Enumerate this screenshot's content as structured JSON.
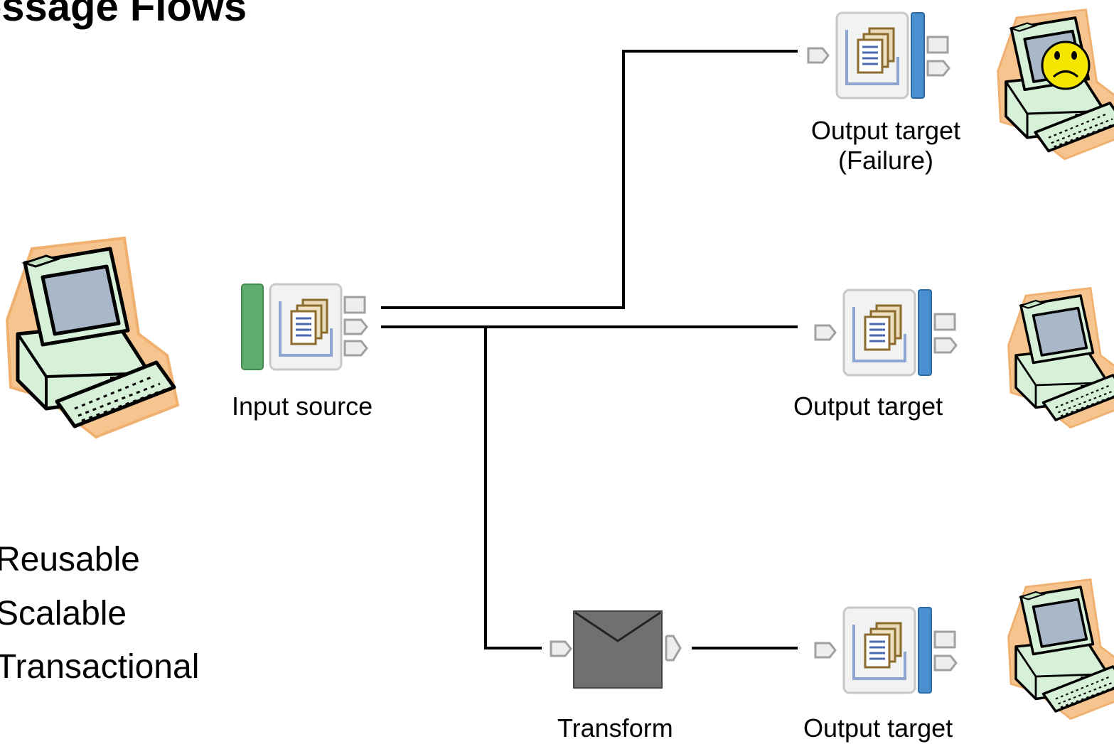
{
  "title": "essage Flows",
  "labels": {
    "input_source": "Input source",
    "output_failure_line1": "Output target",
    "output_failure_line2": "(Failure)",
    "output_middle": "Output target",
    "output_bottom": "Output target",
    "transform": "Transform"
  },
  "bullets": [
    "Reusable",
    "Scalable",
    "Transactional"
  ],
  "icons": {
    "source_computer": "computer-icon",
    "failure_computer": "sad-computer-icon",
    "middle_computer": "computer-icon",
    "bottom_computer": "computer-icon",
    "input_node": "mq-input-node-icon",
    "output_node": "mq-output-node-icon",
    "transform_node": "envelope-icon"
  },
  "colors": {
    "computer_body": "#d7f0d8",
    "computer_glow": "#f6c48e",
    "screen": "#a8b8c8",
    "input_bar": "#5fae6f",
    "output_bar": "#4a90d0",
    "envelope": "#707070",
    "smiley": "#f5e600"
  }
}
